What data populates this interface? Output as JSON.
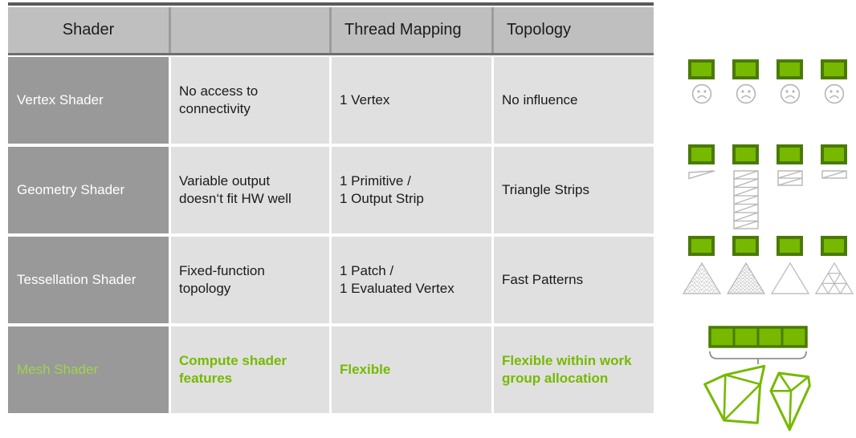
{
  "table": {
    "columns": [
      "Shader",
      "",
      "Thread Mapping",
      "Topology"
    ],
    "rows": [
      {
        "label": "Vertex Shader",
        "notes": "No access to\nconnectivity",
        "thread_mapping": "1 Vertex",
        "topology": "No influence"
      },
      {
        "label": "Geometry Shader",
        "notes": "Variable output\ndoesn‘t fit HW well",
        "thread_mapping": "1 Primitive /\n1 Output Strip",
        "topology": "Triangle Strips"
      },
      {
        "label": "Tessellation Shader",
        "notes": "Fixed-function\ntopology",
        "thread_mapping": "1 Patch /\n1 Evaluated Vertex",
        "topology": "Fast Patterns"
      },
      {
        "label": "Mesh Shader",
        "notes": "Compute shader\nfeatures",
        "thread_mapping": "Flexible",
        "topology": "Flexible within work\ngroup allocation"
      }
    ]
  },
  "colors": {
    "nvidia_green": "#76b900",
    "green_dark": "#4b7a03",
    "mesh_label_green": "#9fd44e",
    "header_bg": "#bfbfbf",
    "row_label_bg": "#999999",
    "cell_bg": "#e0e0e0",
    "border_dark": "#595959",
    "outline_gray": "#b5b5b5"
  },
  "graphics": {
    "vertex_row_icons": [
      "thread-rect-icon",
      "sad-face-icon"
    ],
    "geometry_row_icons": [
      "thread-rect-icon",
      "triangle-strip-icon"
    ],
    "tessellation_row_icons": [
      "thread-rect-icon",
      "tessellated-triangle-icon",
      "plain-triangle-icon",
      "subdivided-triangle-icon"
    ],
    "mesh_row_icons": [
      "workgroup-bar-icon",
      "brace-icon",
      "meshlet-icon"
    ]
  }
}
